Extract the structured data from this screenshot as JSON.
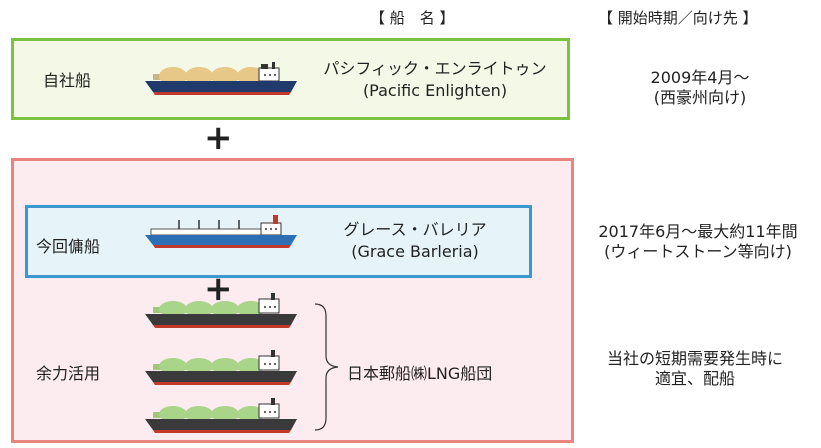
{
  "headers": {
    "ship_name": "【 船　名 】",
    "start_destination": "【 開始時期／向け先 】"
  },
  "own_fleet": {
    "category": "自社船",
    "ship_name_jp": "パシフィック・エンライトゥン",
    "ship_name_en": "(Pacific Enlighten)",
    "period_line1": "2009年4月〜",
    "period_line2": "(西豪州向け)"
  },
  "plus_symbol": "+",
  "charter": {
    "category": "今回傭船",
    "ship_name_jp": "グレース・バレリア",
    "ship_name_en": "(Grace Barleria)",
    "period_line1": "2017年6月〜最大約11年間",
    "period_line2": "(ウィートストーン等向け)"
  },
  "spare": {
    "category": "余力活用",
    "fleet_label": "日本郵船㈱LNG船団",
    "note_line1": "当社の短期需要発生時に",
    "note_line2": "適宜、配船"
  },
  "colors": {
    "own_border": "#7cc242",
    "own_fill": "#f4f8e6",
    "charter_border": "#e8857f",
    "charter_fill": "#fcebef",
    "now_border": "#3a97cf",
    "now_fill": "#e6f4f9"
  }
}
